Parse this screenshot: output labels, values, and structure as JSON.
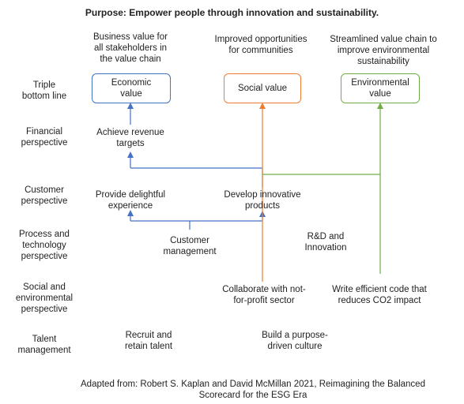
{
  "title": "Purpose: Empower people through innovation and sustainability.",
  "colors": {
    "economic": "#4472c4",
    "social": "#ed7d31",
    "environmental": "#70ad47",
    "text": "#222222"
  },
  "rows": {
    "triple": [
      "Triple",
      "bottom line"
    ],
    "financial": [
      "Financial",
      "perspective"
    ],
    "customer": [
      "Customer",
      "perspective"
    ],
    "process": [
      "Process and",
      "technology",
      "perspective"
    ],
    "social_env": [
      "Social and",
      "environmental",
      "perspective"
    ],
    "talent": [
      "Talent",
      "management"
    ]
  },
  "top_notes": {
    "economic": [
      "Business value for",
      "all stakeholders in",
      "the value chain"
    ],
    "social": [
      "Improved opportunities",
      "for communities"
    ],
    "environmental": [
      "Streamlined value chain to",
      "improve environmental",
      "sustainability"
    ]
  },
  "boxes": {
    "economic": [
      "Economic",
      "value"
    ],
    "social": "Social value",
    "environmental": [
      "Environmental",
      "value"
    ]
  },
  "nodes": {
    "revenue": [
      "Achieve revenue",
      "targets"
    ],
    "delight": [
      "Provide delightful",
      "experience"
    ],
    "innovative": [
      "Develop innovative",
      "products"
    ],
    "customer_mgmt": [
      "Customer",
      "management"
    ],
    "rnd": [
      "R&D and",
      "Innovation"
    ],
    "nonprofit": [
      "Collaborate with not-",
      "for-profit sector"
    ],
    "efficient_code": [
      "Write efficient code that",
      "reduces CO2 impact"
    ],
    "recruit": [
      "Recruit and",
      "retain talent"
    ],
    "culture": [
      "Build a purpose-",
      "driven culture"
    ]
  },
  "source": [
    "Adapted from: Robert S. Kaplan and David McMillan 2021, Reimagining the Balanced",
    "Scorecard for the ESG Era"
  ]
}
